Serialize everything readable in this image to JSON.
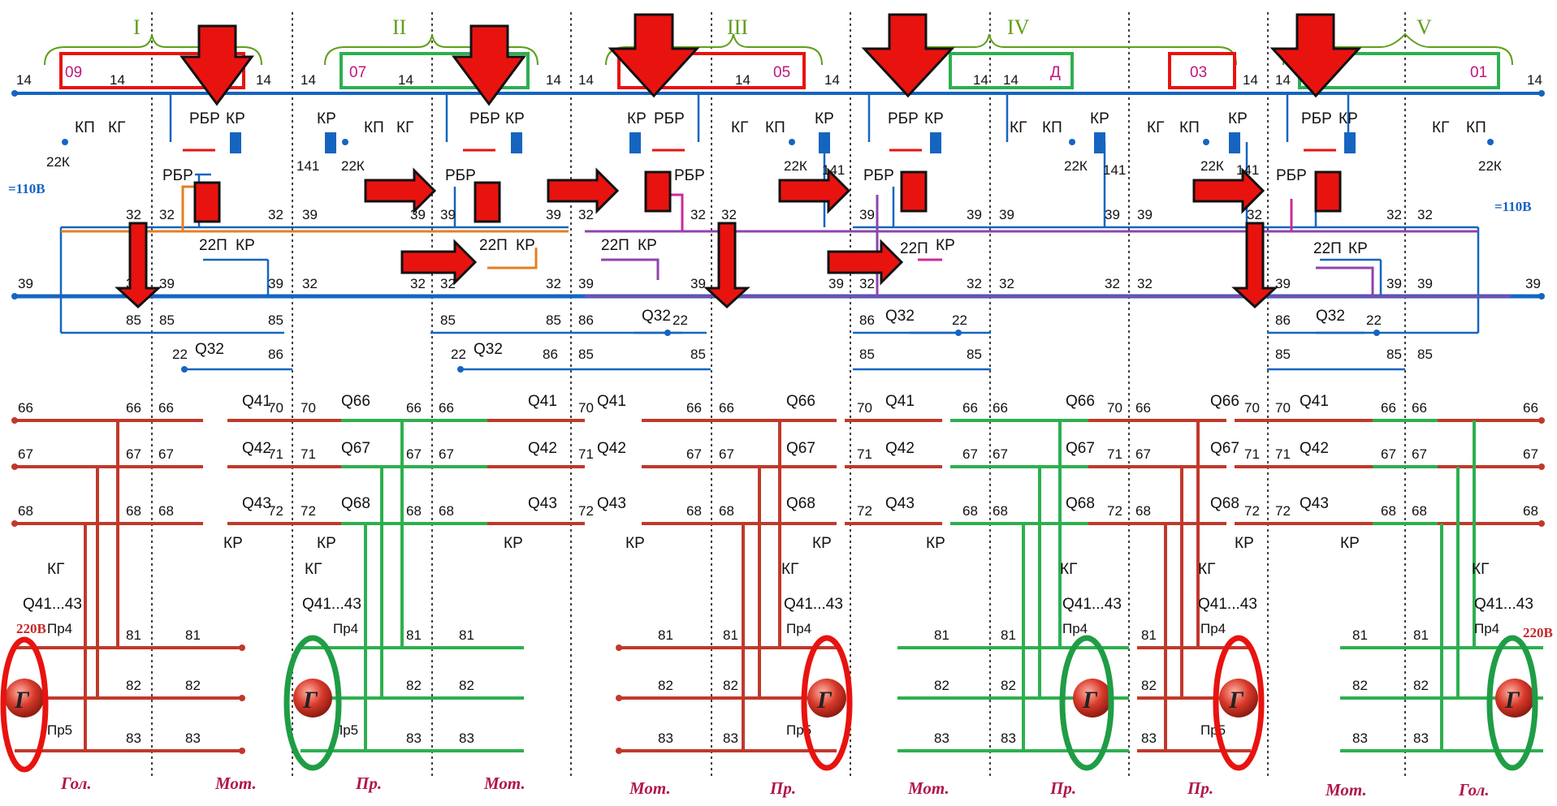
{
  "sections": [
    "I",
    "II",
    "III",
    "IV",
    "V"
  ],
  "car_labels": [
    "09",
    "07",
    "05",
    "Д",
    "03",
    "01"
  ],
  "voltage": {
    "control": "=110В",
    "power": "220В"
  },
  "bottom_labels": [
    "Гол.",
    "Мот.",
    "Пр.",
    "Мот.",
    "Мот.",
    "Пр.",
    "Мот.",
    "Пр.",
    "Пр.",
    "Мот.",
    "Гол."
  ],
  "wire_numbers": {
    "w14": "14",
    "w32": "32",
    "w39": "39",
    "w85": "85",
    "w86": "86",
    "w66": "66",
    "w67": "67",
    "w68": "68",
    "w70": "70",
    "w71": "71",
    "w72": "72",
    "w81": "81",
    "w82": "82",
    "w83": "83",
    "w141": "141",
    "w22": "22",
    "w22k": "22К"
  },
  "devices": {
    "kp": "КП",
    "kg": "КГ",
    "rbr": "РБР",
    "kr": "КР",
    "p22": "22П",
    "q32": "Q32",
    "q41": "Q41",
    "q42": "Q42",
    "q43": "Q43",
    "q66": "Q66",
    "q67": "Q67",
    "q68": "Q68",
    "q4143": "Q41...43",
    "pr4": "Пр4",
    "pr5": "Пр5",
    "gen": "Г"
  },
  "colors": {
    "blue": "#1565c0",
    "red_bus": "#c0392b",
    "green_bus": "#2eaf4f",
    "orange": "#e67e22",
    "purple": "#8e44ad",
    "magenta": "#cc2a9a",
    "marker": "#e8130f"
  }
}
